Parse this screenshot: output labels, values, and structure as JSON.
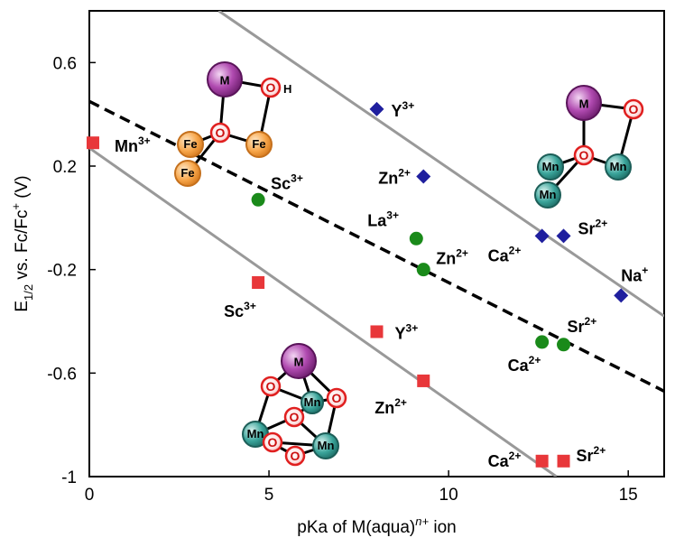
{
  "chart_data": {
    "type": "scatter",
    "xlabel": "pKa of M(aqua)n+ ion",
    "ylabel": "E1/2 vs. Fc/Fc+ (V)",
    "xlim": [
      0,
      16
    ],
    "ylim": [
      -1,
      0.8
    ],
    "xticks": [
      "0",
      "5",
      "10",
      "15"
    ],
    "yticks": [
      "0.6",
      "0.2",
      "-0.2",
      "-0.6",
      "-1"
    ],
    "grid": false,
    "series": [
      {
        "marker": "diamond",
        "color": "#1f1f9e",
        "points": [
          {
            "x": 8.0,
            "y": 0.42,
            "label": "Y3+"
          },
          {
            "x": 9.3,
            "y": 0.16,
            "label": "Zn2+"
          },
          {
            "x": 12.6,
            "y": -0.07,
            "label": "Ca2+"
          },
          {
            "x": 13.2,
            "y": -0.07,
            "label": "Sr2+"
          },
          {
            "x": 14.8,
            "y": -0.3,
            "label": "Na+"
          }
        ]
      },
      {
        "marker": "circle",
        "color": "#1a8a1a",
        "points": [
          {
            "x": 4.7,
            "y": 0.07,
            "label": "Sc3+"
          },
          {
            "x": 9.1,
            "y": -0.08,
            "label": "La3+"
          },
          {
            "x": 9.3,
            "y": -0.2,
            "label": "Zn2+"
          },
          {
            "x": 12.6,
            "y": -0.48,
            "label": "Ca2+"
          },
          {
            "x": 13.2,
            "y": -0.49,
            "label": "Sr2+"
          }
        ]
      },
      {
        "marker": "square",
        "color": "#e8373a",
        "points": [
          {
            "x": 0.1,
            "y": 0.29,
            "label": "Mn3+"
          },
          {
            "x": 4.7,
            "y": -0.25,
            "label": "Sc3+"
          },
          {
            "x": 8.0,
            "y": -0.44,
            "label": "Y3+"
          },
          {
            "x": 9.3,
            "y": -0.63,
            "label": "Zn2+"
          },
          {
            "x": 12.6,
            "y": -0.94,
            "label": "Ca2+"
          },
          {
            "x": 13.2,
            "y": -0.94,
            "label": "Sr2+"
          }
        ]
      }
    ],
    "trendlines": [
      {
        "style": "solid",
        "color": "#999999",
        "from": [
          3.6,
          0.8
        ],
        "to": [
          16,
          -0.38
        ]
      },
      {
        "style": "dashed",
        "color": "#000000",
        "from": [
          0,
          0.45
        ],
        "to": [
          16,
          -0.67
        ]
      },
      {
        "style": "solid",
        "color": "#999999",
        "from": [
          0,
          0.27
        ],
        "to": [
          13.0,
          -1.0
        ]
      }
    ],
    "annotations": {
      "top_left": [
        "M",
        "O",
        "H",
        "O",
        "Fe",
        "Fe",
        "Fe"
      ],
      "top_right": [
        "M",
        "O",
        "O",
        "Mn",
        "Mn",
        "Mn"
      ],
      "bottom": [
        "M",
        "O",
        "O",
        "O",
        "O",
        "O",
        "Mn",
        "Mn",
        "Mn"
      ]
    }
  }
}
